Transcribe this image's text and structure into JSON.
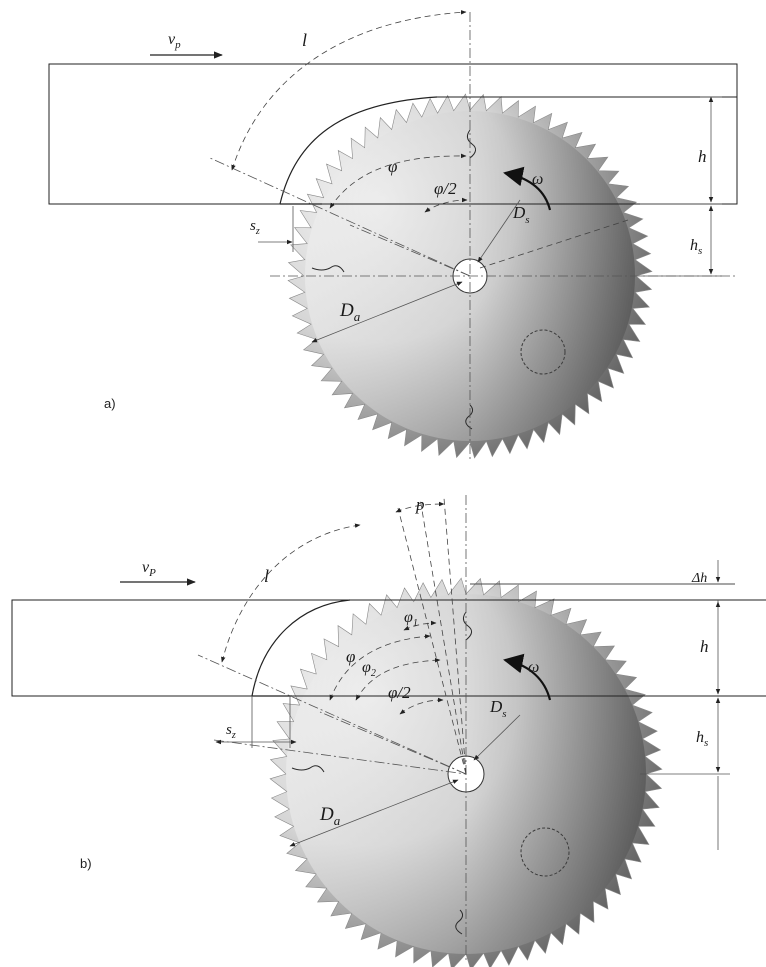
{
  "figure_a": {
    "panel_label": "a)",
    "labels": {
      "feed_velocity": "v",
      "feed_velocity_sub": "p",
      "arc_length": "l",
      "angle_phi": "φ",
      "angle_half_phi": "φ/2",
      "omega": "ω",
      "cut_height": "h",
      "setting_height": "h",
      "setting_height_sub": "s",
      "tooth_feed": "s",
      "tooth_feed_sub": "z",
      "blade_diameter": "D",
      "blade_diameter_sub": "a",
      "inner_diameter": "D",
      "inner_diameter_sub": "s"
    }
  },
  "figure_b": {
    "panel_label": "b)",
    "labels": {
      "feed_velocity": "v",
      "feed_velocity_sub": "P",
      "arc_length": "l",
      "pitch": "p",
      "angle_phi": "φ",
      "angle_phi1": "φ",
      "angle_phi1_sub": "1",
      "angle_phi2": "φ",
      "angle_phi2_sub": "2",
      "angle_half_phi": "φ/2",
      "omega": "ω",
      "delta_h": "Δh",
      "cut_height": "h",
      "setting_height": "h",
      "setting_height_sub": "s",
      "tooth_feed": "s",
      "tooth_feed_sub": "z",
      "blade_diameter": "D",
      "blade_diameter_sub": "a",
      "inner_diameter": "D",
      "inner_diameter_sub": "s"
    }
  }
}
